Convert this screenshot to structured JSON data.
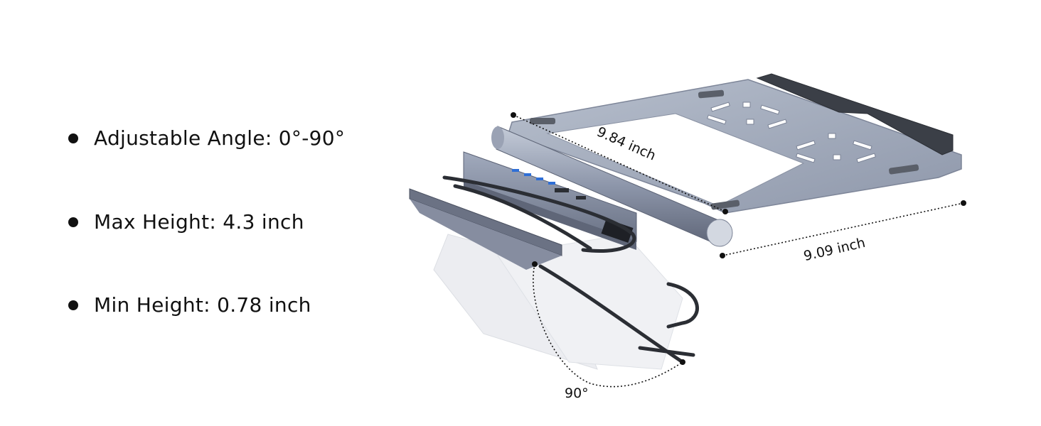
{
  "specs": [
    {
      "label": "Adjustable Angle: 0°-90°"
    },
    {
      "label": "Max Height: 4.3 inch"
    },
    {
      "label": "Min Height: 0.78 inch"
    }
  ],
  "dimensions": {
    "depth": "9.84 inch",
    "width": "9.09 inch",
    "angle": "90°"
  },
  "colors": {
    "aluminum": "#9aa3b5",
    "aluminum_dark": "#6f7789",
    "pad": "#3b3f47",
    "hub": "#8a93a8",
    "port_blue": "#2f6fd6"
  }
}
